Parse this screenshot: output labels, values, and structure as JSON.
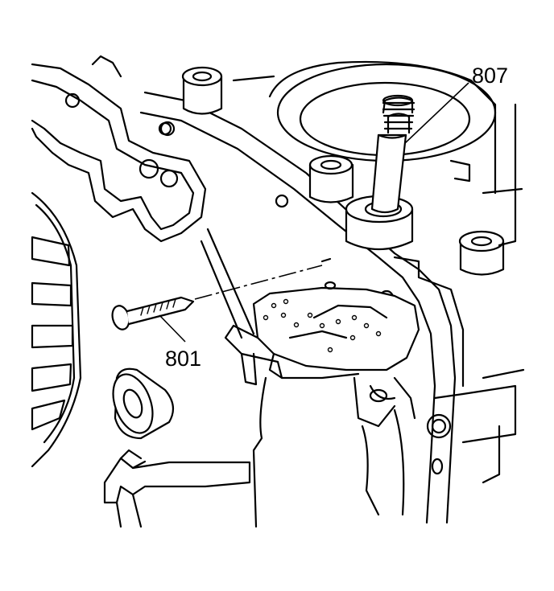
{
  "callouts": [
    {
      "id": "801",
      "label": "801"
    },
    {
      "id": "807",
      "label": "807"
    }
  ],
  "colors": {
    "ink": "#000000",
    "paper": "#ffffff"
  }
}
